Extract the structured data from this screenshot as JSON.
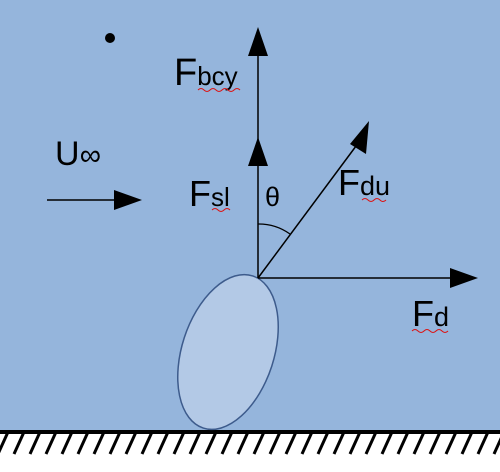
{
  "colors": {
    "background": "#95b5dc",
    "droplet_fill": "#b3c9e6",
    "droplet_stroke": "#3d5b8c",
    "ink": "#000000"
  },
  "labels": {
    "freestream_main": "U",
    "freestream_sub": "∞",
    "buoyancy_main": "F",
    "buoyancy_sub": "bcy",
    "shear_lift_main": "F",
    "shear_lift_sub": "sl",
    "angle": "θ",
    "unsteady_drag_main": "F",
    "unsteady_drag_sub": "du",
    "drag_main": "F",
    "drag_sub": "d"
  }
}
